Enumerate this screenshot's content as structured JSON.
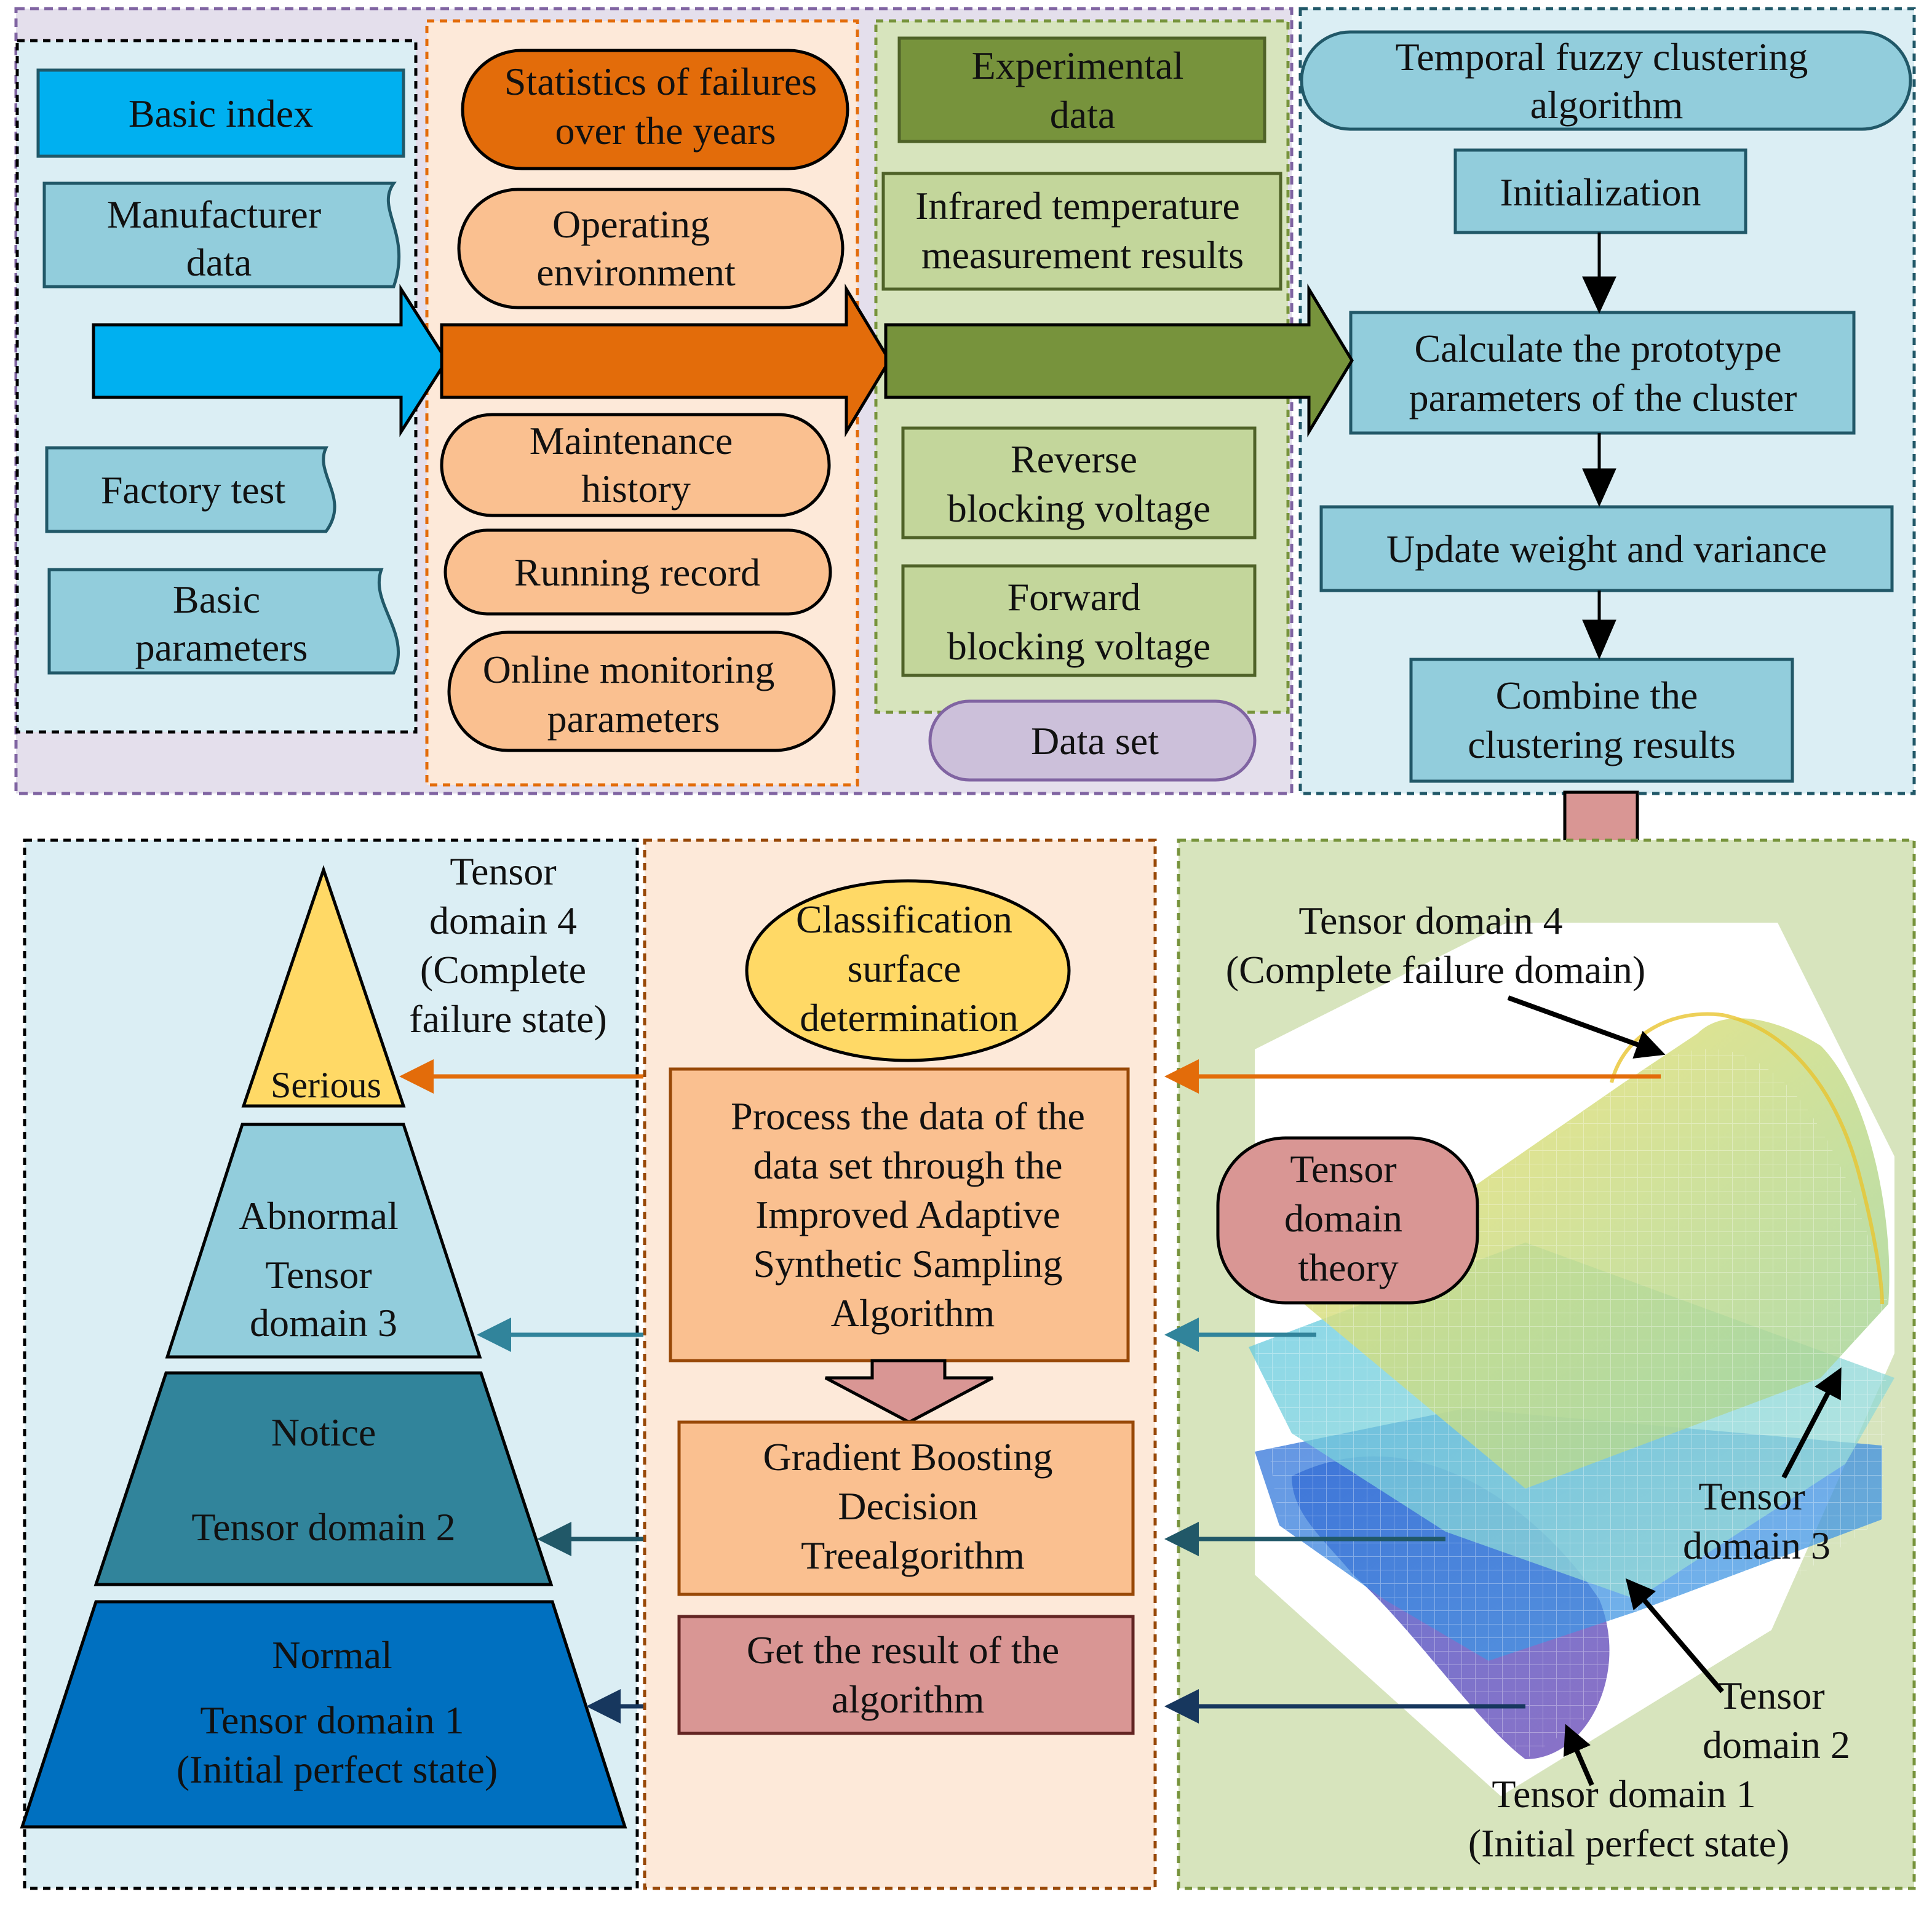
{
  "colors": {
    "blue_bright": "#00b0f0",
    "teal_light": "#92cddc",
    "orange_dark": "#e36c0a",
    "orange_light": "#fac090",
    "green_dark": "#77933c",
    "green_light": "#c3d69b",
    "purple_light": "#ccc0da",
    "pink": "#d99694",
    "yellow": "#ffd966",
    "teal_mid": "#31849b",
    "blue_dark": "#0070c0",
    "navy": "#17375e"
  },
  "sources": {
    "basic_index": "Basic index",
    "manufacturer_data": [
      "Manufacturer",
      "data"
    ],
    "factory_test": "Factory test",
    "basic_parameters": [
      "Basic",
      "parameters"
    ]
  },
  "history": {
    "statistics": [
      "Statistics of failures",
      "over the years"
    ],
    "operating_env": [
      "Operating",
      "environment"
    ],
    "maintenance": [
      "Maintenance",
      "history"
    ],
    "running_record": "Running record",
    "online_monitoring": [
      "Online monitoring",
      "parameters"
    ]
  },
  "experimental": {
    "experimental_data": [
      "Experimental",
      "data"
    ],
    "infrared": [
      "Infrared temperature",
      "measurement results"
    ],
    "reverse": [
      "Reverse",
      "blocking voltage"
    ],
    "forward": [
      "Forward",
      "blocking voltage"
    ],
    "data_set": "Data set"
  },
  "clustering": {
    "title": [
      "Temporal fuzzy clustering",
      "algorithm"
    ],
    "initialization": "Initialization",
    "calculate": [
      "Calculate the prototype",
      "parameters of the cluster"
    ],
    "update": "Update weight and variance",
    "combine": [
      "Combine the",
      "clustering results"
    ]
  },
  "pyramid": {
    "top_label": [
      "Tensor",
      "domain 4",
      "(Complete",
      "failure state)"
    ],
    "serious": "Serious",
    "abnormal": [
      "Abnormal",
      "Tensor",
      "domain 3"
    ],
    "notice": "Notice",
    "notice_domain": "Tensor domain 2",
    "normal": "Normal",
    "normal_domain": [
      "Tensor domain 1",
      "(Initial perfect state)"
    ]
  },
  "process": {
    "classification": [
      "Classification",
      "surface",
      "determination"
    ],
    "adasyn": [
      "Process the data of the",
      "data set through the",
      "Improved Adaptive",
      "Synthetic Sampling",
      "Algorithm"
    ],
    "gbdt": [
      "Gradient Boosting",
      "Decision",
      "Treealgorithm"
    ],
    "result": [
      "Get the result of the",
      "algorithm"
    ]
  },
  "plot": {
    "domain4": [
      "Tensor domain 4",
      "(Complete failure domain)"
    ],
    "theory": [
      "Tensor",
      "domain",
      "theory"
    ],
    "domain3": [
      "Tensor",
      "domain 3"
    ],
    "domain2": [
      "Tensor",
      "domain 2"
    ],
    "domain1": [
      "Tensor domain 1",
      "(Initial perfect state)"
    ]
  }
}
